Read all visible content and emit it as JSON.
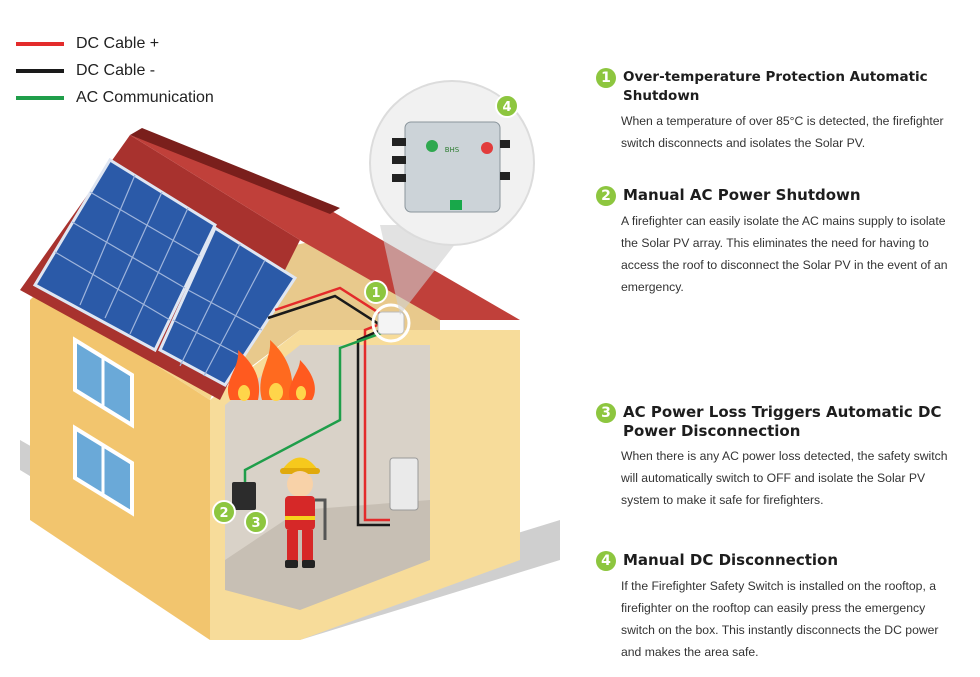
{
  "legend": [
    {
      "label": "DC Cable +",
      "color": "#e32b2b"
    },
    {
      "label": "DC Cable -",
      "color": "#1a1a1a"
    },
    {
      "label": "AC Communication",
      "color": "#1f9e4a"
    }
  ],
  "callouts": {
    "c1": "1",
    "c2": "2",
    "c3": "3",
    "c4": "4"
  },
  "device_logo": "BHS",
  "items": [
    {
      "num": "1",
      "title": "Over-temperature Protection Automatic Shutdown",
      "text": "When a temperature of over 85°C is detected, the firefighter switch disconnects and isolates the Solar PV."
    },
    {
      "num": "2",
      "title": "Manual AC Power Shutdown",
      "text": "A firefighter can easily isolate the AC mains supply to isolate the Solar PV array. This eliminates the need for having to access the roof to disconnect the Solar PV in the event of an emergency."
    },
    {
      "num": "3",
      "title": "AC Power Loss Triggers Automatic DC Power Disconnection",
      "text": "When there is any AC power loss detected, the safety switch will automatically switch to OFF and isolate the Solar PV system to make it safe for firefighters."
    },
    {
      "num": "4",
      "title": "Manual DC Disconnection",
      "text": "If the Firefighter Safety Switch is installed on the rooftop, a firefighter on the rooftop can easily press the emergency switch on the box. This instantly disconnects the DC power and makes the area safe."
    }
  ],
  "colors": {
    "accent": "#8dc63f",
    "roof": "#b3322f",
    "wall": "#f5d48a",
    "panel": "#2b5aa8"
  }
}
